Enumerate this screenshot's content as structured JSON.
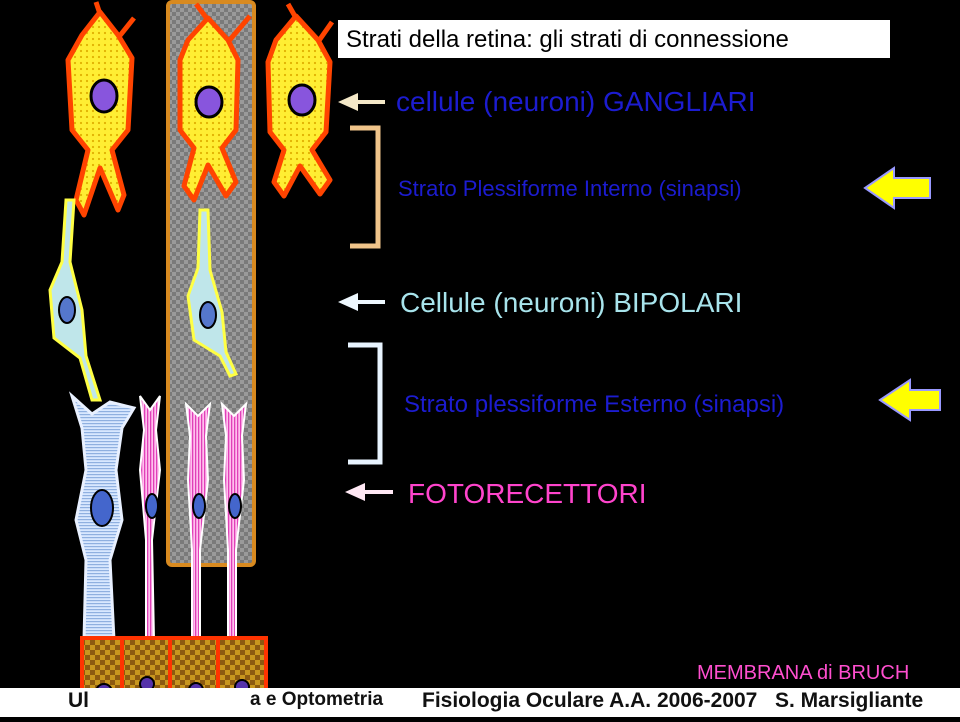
{
  "title": "Strati della retina: gli strati di connessione",
  "labels": {
    "ganglion": "cellule (neuroni) GANGLIARI",
    "inner_plexiform": "Strato Plessiforme Interno (sinapsi)",
    "bipolar": "Cellule (neuroni) BIPOLARI",
    "outer_plexiform": "Strato plessiforme Esterno (sinapsi)",
    "photoreceptors": "FOTORECETTORI",
    "bruch": "MEMBRANA di BRUCH"
  },
  "footer": {
    "left": "Ul",
    "course": "a e Optometria",
    "subject": "Fisiologia Oculare A.A. 2006-2007",
    "author": "S. Marsigliante"
  },
  "colors": {
    "ganglion_label": "#1c1cd0",
    "plexiform_label": "#1c1cd0",
    "bipolar_label": "#a8e4ec",
    "photoreceptor_label": "#ff44cc",
    "bruch_label": "#ff4fcf",
    "yellow_arrow": "#ffff00",
    "ganglion_cell": "#ffee33",
    "ganglion_outline": "#ff4400",
    "nucleus": "#8855dd"
  }
}
